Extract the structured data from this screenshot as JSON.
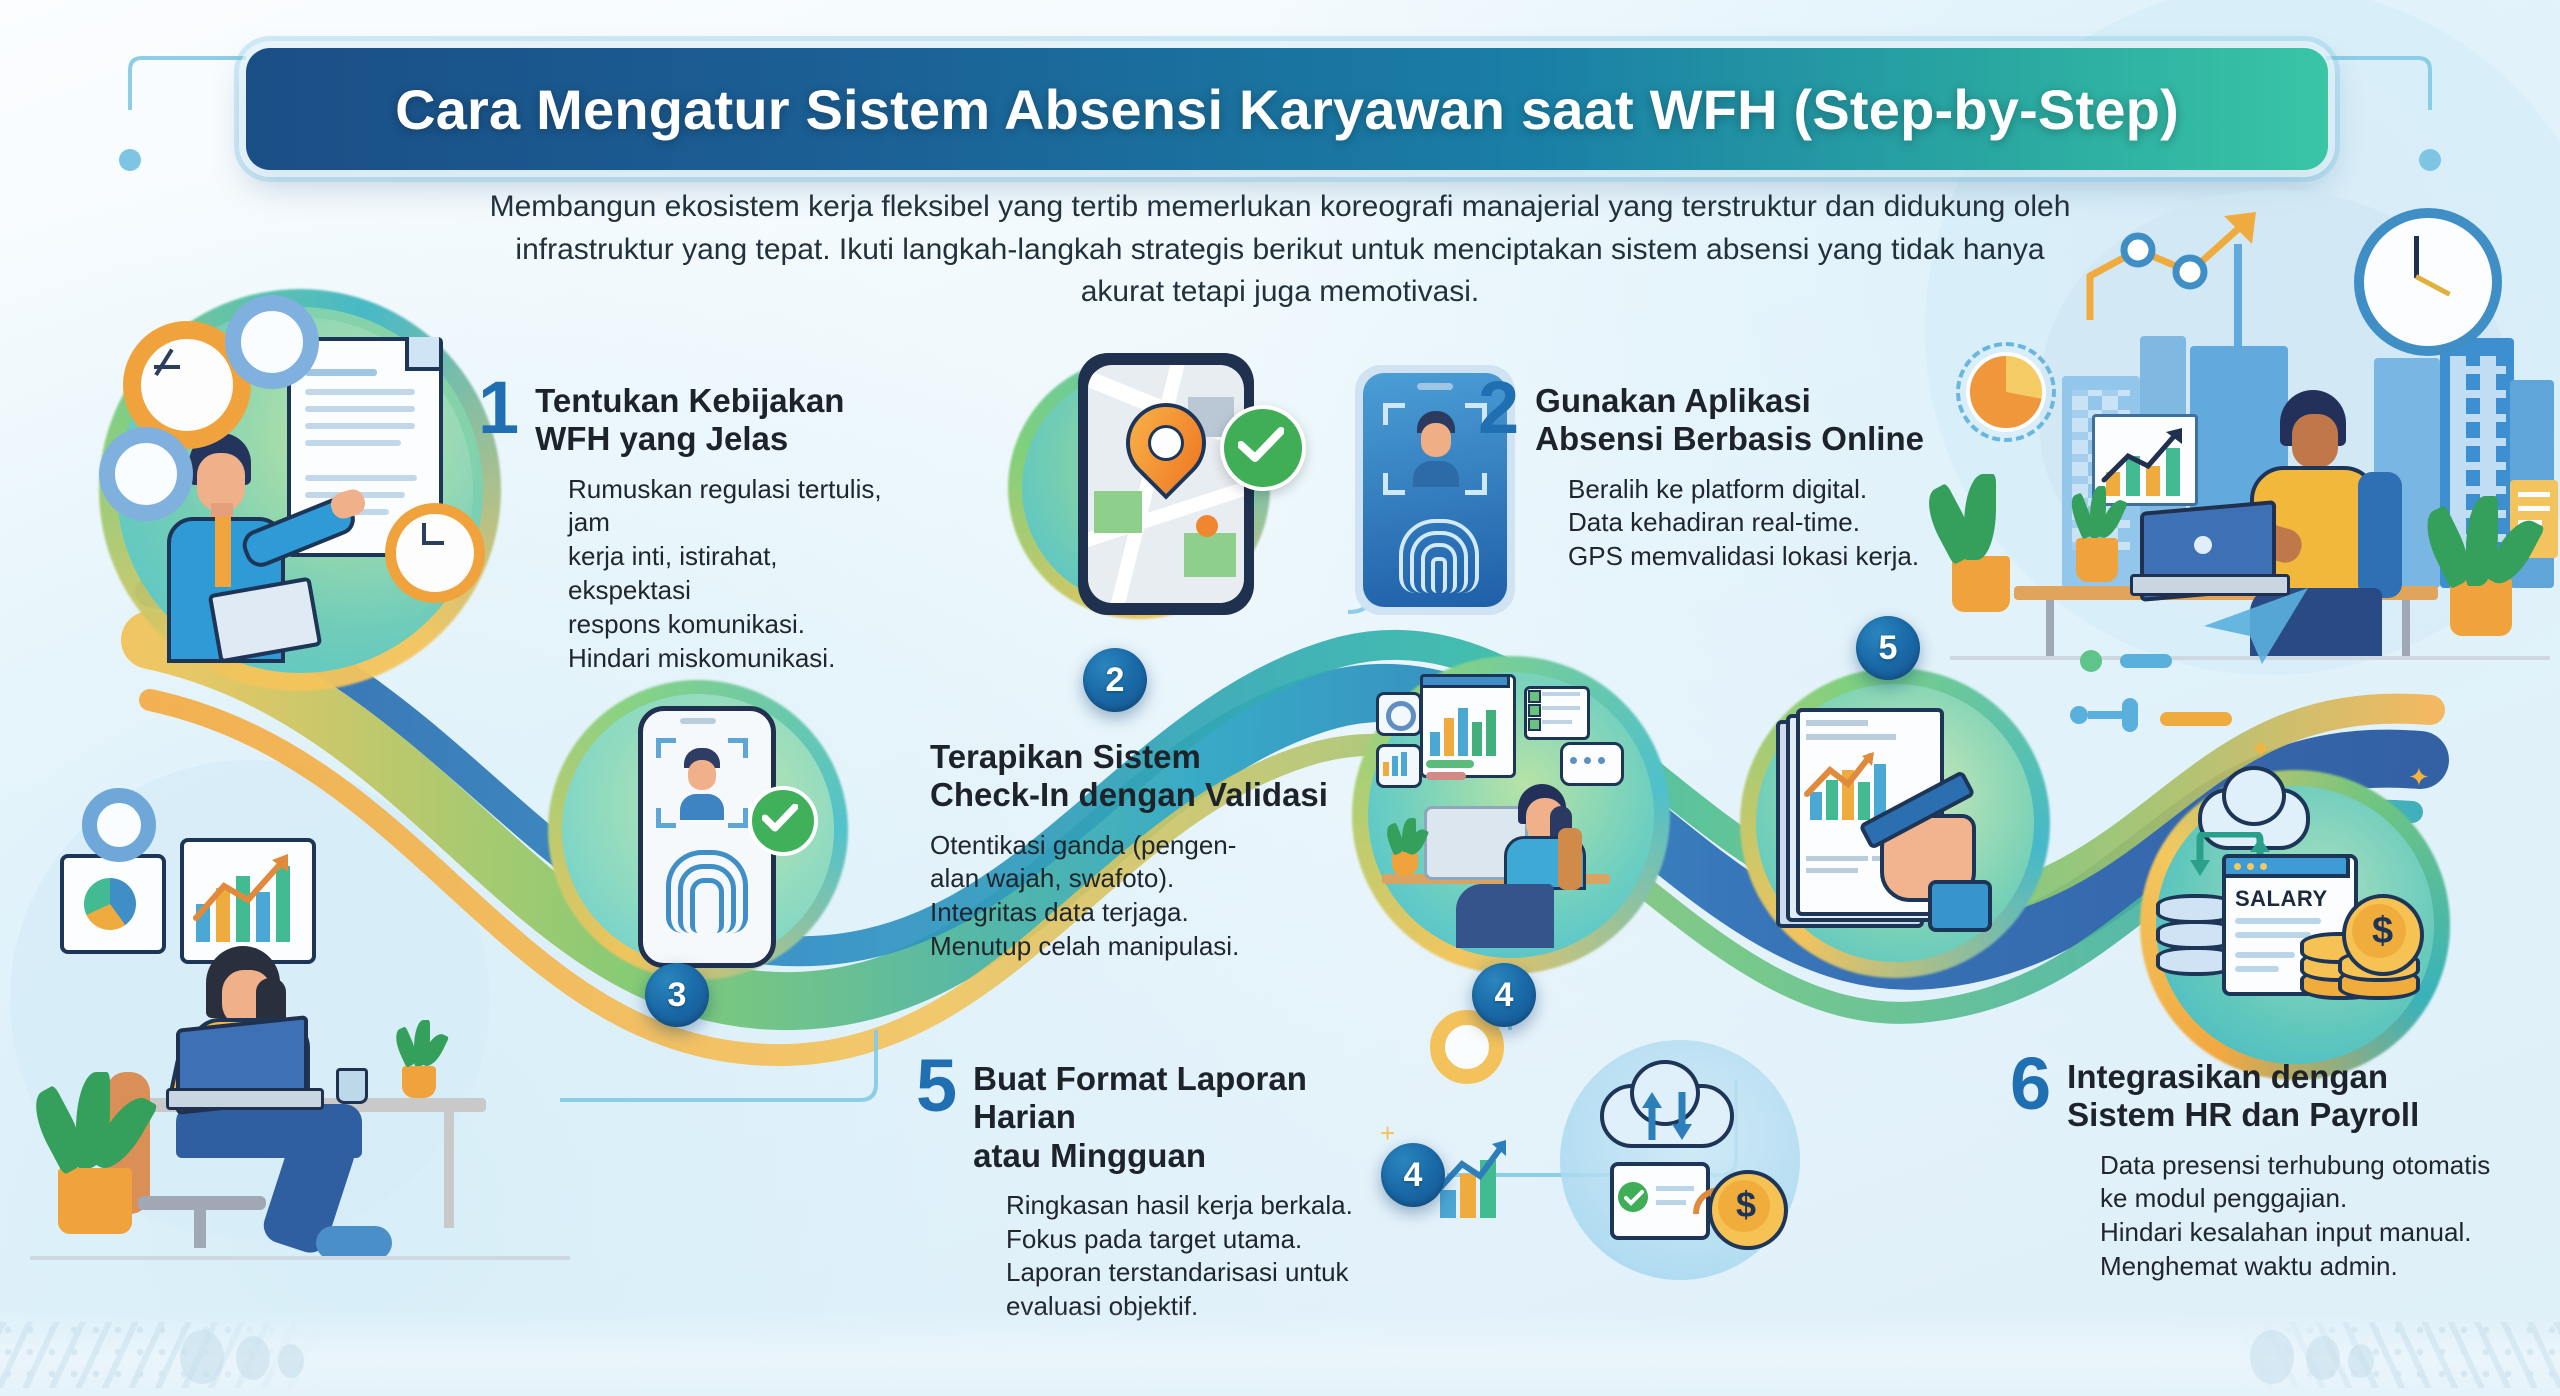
{
  "header": {
    "title": "Cara Mengatur Sistem Absensi Karyawan saat WFH (Step-by-Step)",
    "subtitle": "Membangun ekosistem kerja fleksibel yang tertib memerlukan koreografi manajerial yang terstruktur dan didukung oleh infrastruktur yang tepat. Ikuti langkah-langkah strategis berikut untuk menciptakan sistem absensi yang tidak hanya akurat tetapi juga memotivasi."
  },
  "steps": [
    {
      "number": "1",
      "title": "Tentukan Kebijakan\nWFH yang Jelas",
      "body": "Rumuskan regulasi tertulis, jam\nkerja inti, istirahat, ekspektasi\nrespons komunikasi.\nHindari miskomunikasi."
    },
    {
      "number": "2",
      "title": "Gunakan Aplikasi\nAbsensi Berbasis Online",
      "body": "Beralih ke platform digital.\nData kehadiran real-time.\nGPS memvalidasi lokasi kerja."
    },
    {
      "number": "3",
      "title": "Terapikan Sistem\nCheck-In dengan Validasi",
      "body": "Otentikasi ganda (pengen-\nalan wajah, swafoto).\nIntegritas data terjaga.\nMenutup celah manipulasi."
    },
    {
      "number": "5",
      "title": "Buat Format Laporan Harian\natau Mingguan",
      "body": "Ringkasan hasil kerja berkala.\nFokus pada target utama.\nLaporan terstandarisasi untuk\nevaluasi objektif."
    },
    {
      "number": "6",
      "title": "Integrasikan dengan\nSistem HR dan Payroll",
      "body": "Data presensi terhubung otomatis\nke modul penggajian.\nHindari kesalahan input manual.\nMenghemat waktu admin."
    }
  ],
  "path_badges": [
    {
      "label": "2"
    },
    {
      "label": "3"
    },
    {
      "label": "4"
    },
    {
      "label": "5"
    },
    {
      "label": "4"
    }
  ],
  "illustration_labels": {
    "salary_window": "SALARY"
  },
  "colors": {
    "title_gradient_start": "#1a4f86",
    "title_gradient_end": "#39c5a6",
    "step_number": "#1f6fb2",
    "badge": "#1a6aa8",
    "ribbon_blue": "#2f7fc0",
    "ribbon_teal": "#2eb6a8",
    "ribbon_green": "#5cc07a",
    "ribbon_yellow": "#f5c95e",
    "ribbon_orange": "#f2a23c",
    "page_background": "#eaf6fb",
    "body_text": "#20262c"
  }
}
